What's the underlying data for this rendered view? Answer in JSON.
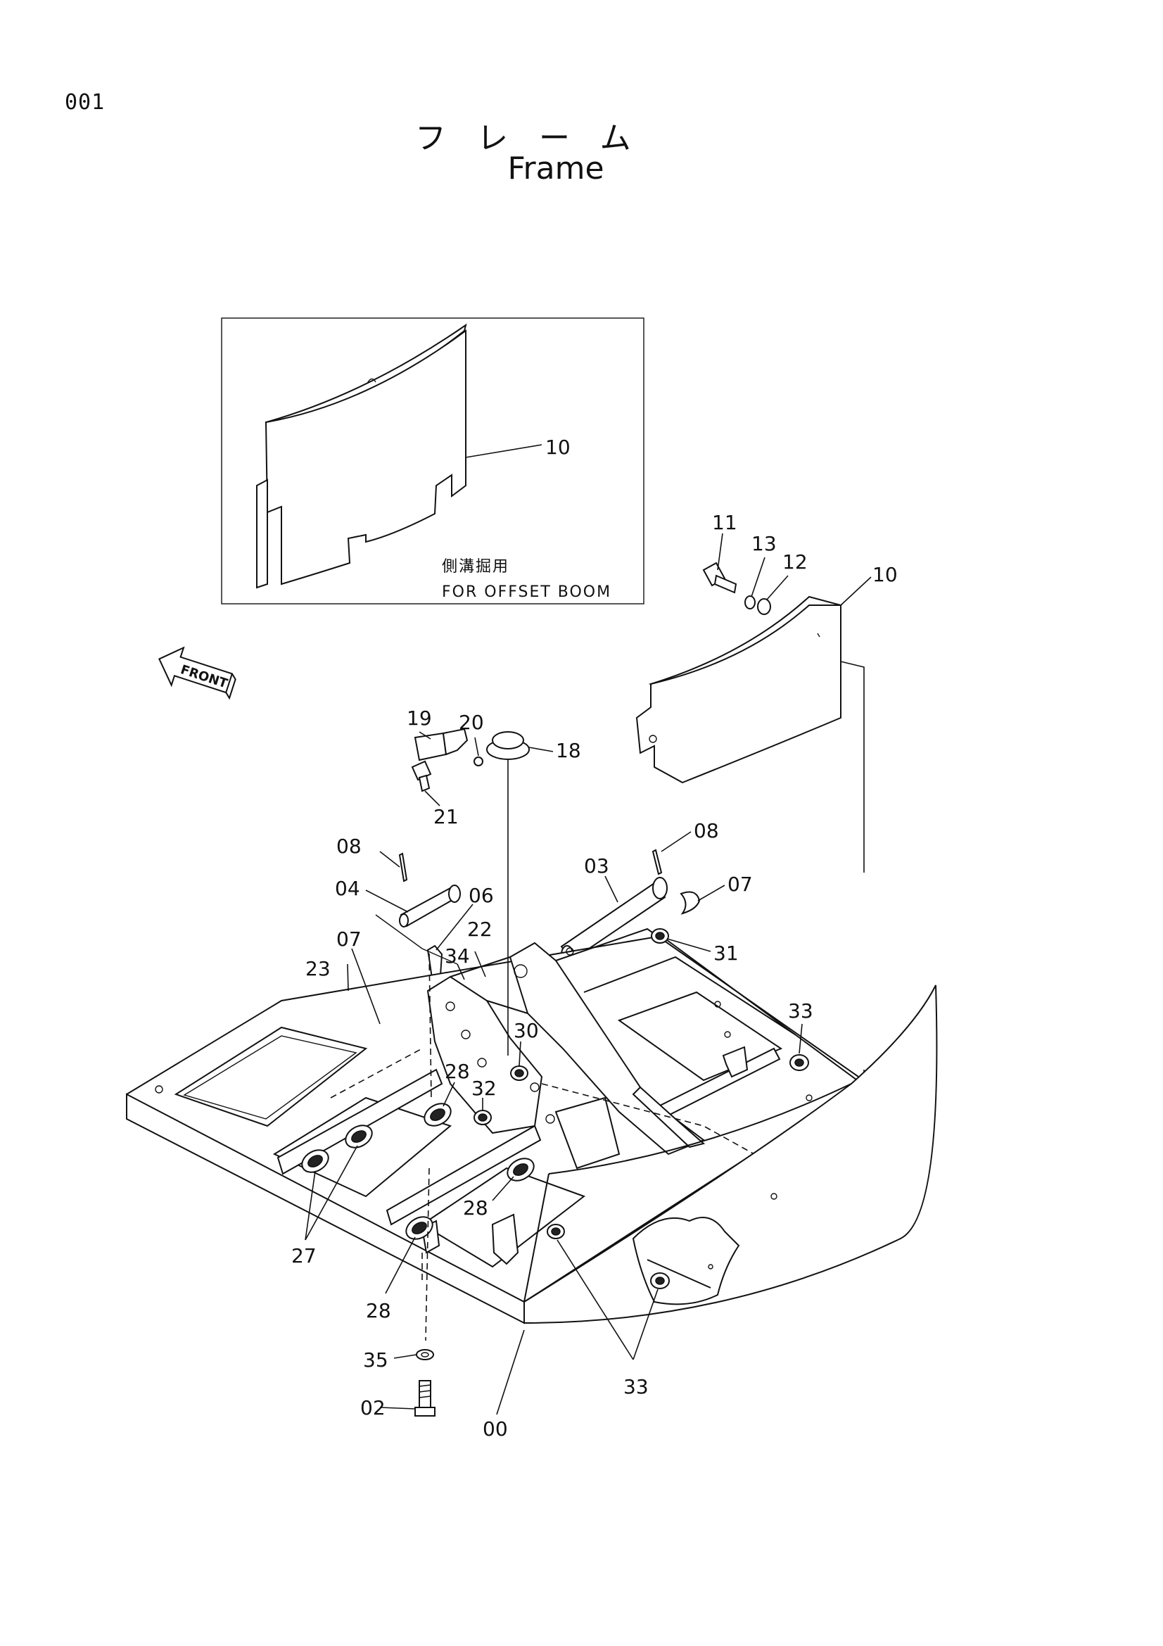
{
  "page": {
    "number": "001",
    "title_jp": "フレーム",
    "title_en": "Frame"
  },
  "inset": {
    "note_jp": "側溝掘用",
    "note_en": "FOR OFFSET BOOM",
    "part_label": "10"
  },
  "front_arrow": {
    "label": "FRONT"
  },
  "callouts": {
    "c00": "00",
    "c02": "02",
    "c03": "03",
    "c04": "04",
    "c06": "06",
    "c07a": "07",
    "c07b": "07",
    "c08a": "08",
    "c08b": "08",
    "c10": "10",
    "c11": "11",
    "c12": "12",
    "c13": "13",
    "c18": "18",
    "c19": "19",
    "c20": "20",
    "c21": "21",
    "c22": "22",
    "c23": "23",
    "c27": "27",
    "c28a": "28",
    "c28b": "28",
    "c28c": "28",
    "c30": "30",
    "c31": "31",
    "c32": "32",
    "c33a": "33",
    "c33b": "33",
    "c34": "34",
    "c35": "35"
  }
}
